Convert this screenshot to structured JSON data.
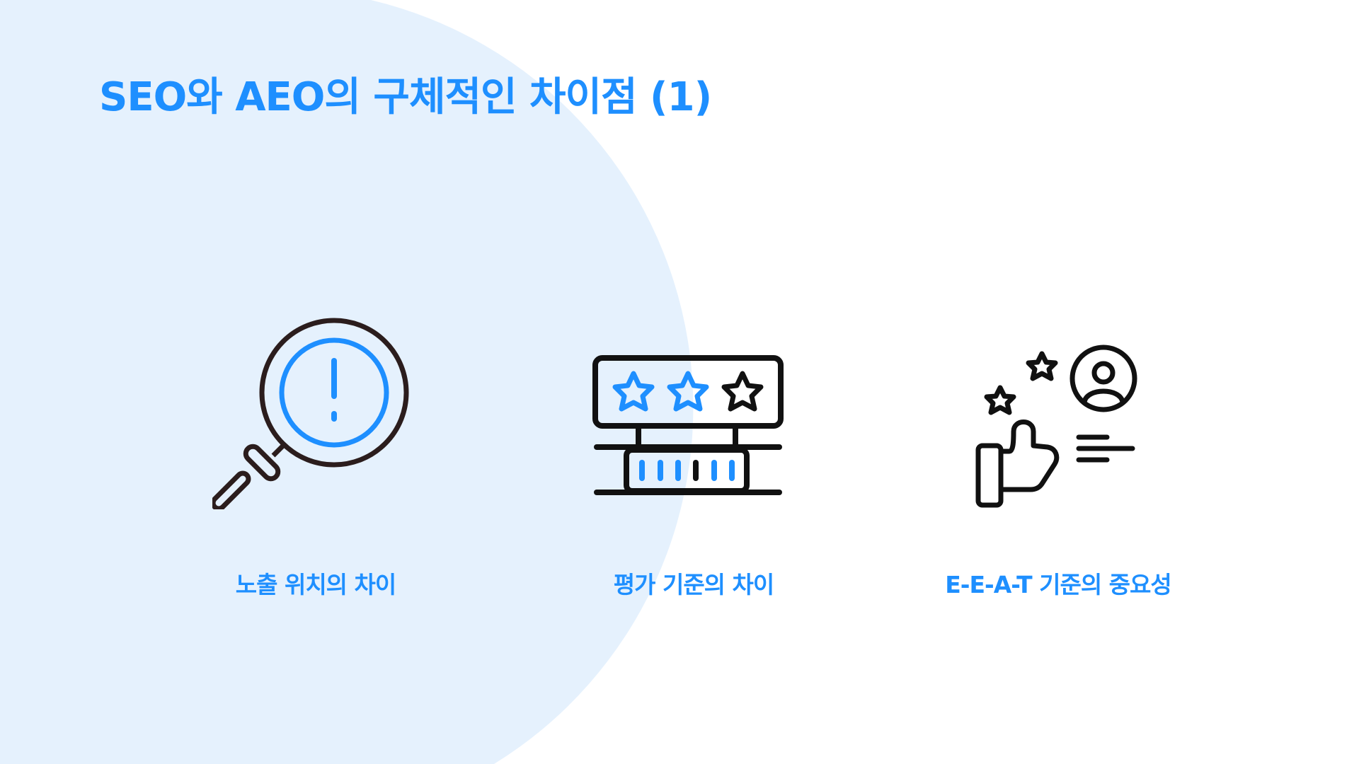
{
  "title": "SEO와 AEO의 구체적인 차이점 (1)",
  "items": [
    {
      "label": "노출 위치의 차이",
      "icon": "magnifier-exclamation-icon"
    },
    {
      "label": "평가 기준의 차이",
      "icon": "star-rating-board-icon"
    },
    {
      "label": "E-E-A-T 기준의 중요성",
      "icon": "thumbs-up-review-icon"
    }
  ],
  "colors": {
    "accent": "#1e8fff",
    "background_shape": "#e5f1fd",
    "ink": "#111111"
  }
}
